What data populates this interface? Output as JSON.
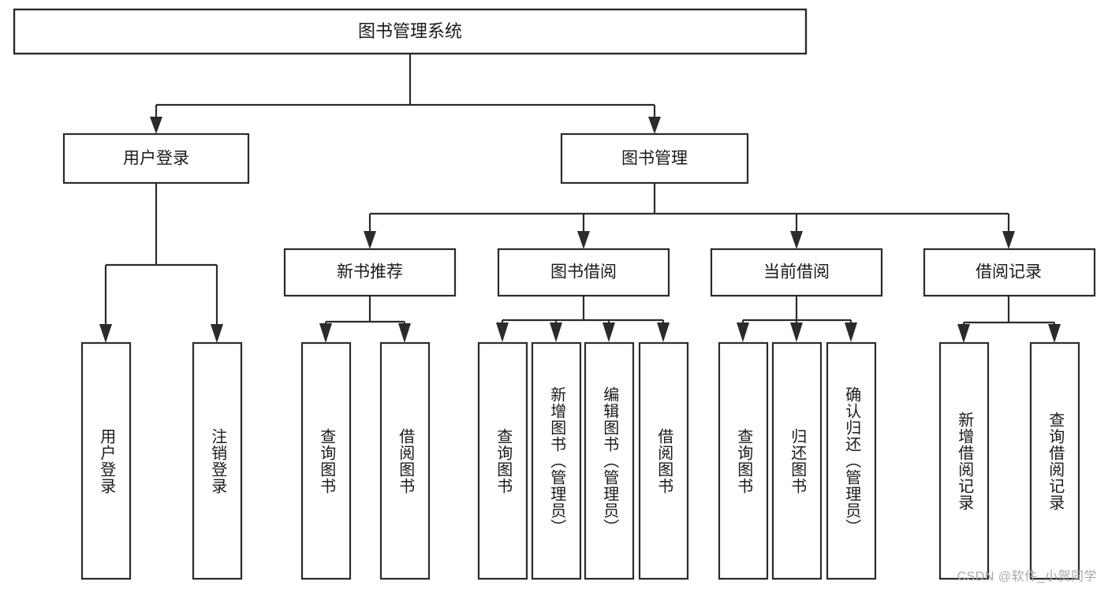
{
  "diagram": {
    "type": "tree-hierarchy",
    "orientation": "top-down",
    "title_node": "图书管理系统",
    "watermark": "CSDN @软件_小贺同学",
    "colors": {
      "stroke": "#2b2b2b",
      "fill": "#ffffff",
      "text": "#1a1a1a",
      "watermark": "#a8a8a8"
    }
  },
  "nodes": {
    "root": {
      "label": "图书管理系统"
    },
    "level1": [
      {
        "label": "用户登录"
      },
      {
        "label": "图书管理"
      }
    ],
    "level2": [
      {
        "label": "新书推荐"
      },
      {
        "label": "图书借阅"
      },
      {
        "label": "当前借阅"
      },
      {
        "label": "借阅记录"
      }
    ],
    "leaves": {
      "user_login": [
        {
          "label": "用户登录"
        },
        {
          "label": "注销登录"
        }
      ],
      "new_book_recommend": [
        {
          "label": "查询图书"
        },
        {
          "label": "借阅图书"
        }
      ],
      "book_borrow": [
        {
          "label": "查询图书"
        },
        {
          "label": "新增图书（管理员）"
        },
        {
          "label": "编辑图书（管理员）"
        },
        {
          "label": "借阅图书"
        }
      ],
      "current_borrow": [
        {
          "label": "查询图书"
        },
        {
          "label": "归还图书"
        },
        {
          "label": "确认归还（管理员）"
        }
      ],
      "borrow_record": [
        {
          "label": "新增借阅记录"
        },
        {
          "label": "查询借阅记录"
        }
      ]
    }
  }
}
